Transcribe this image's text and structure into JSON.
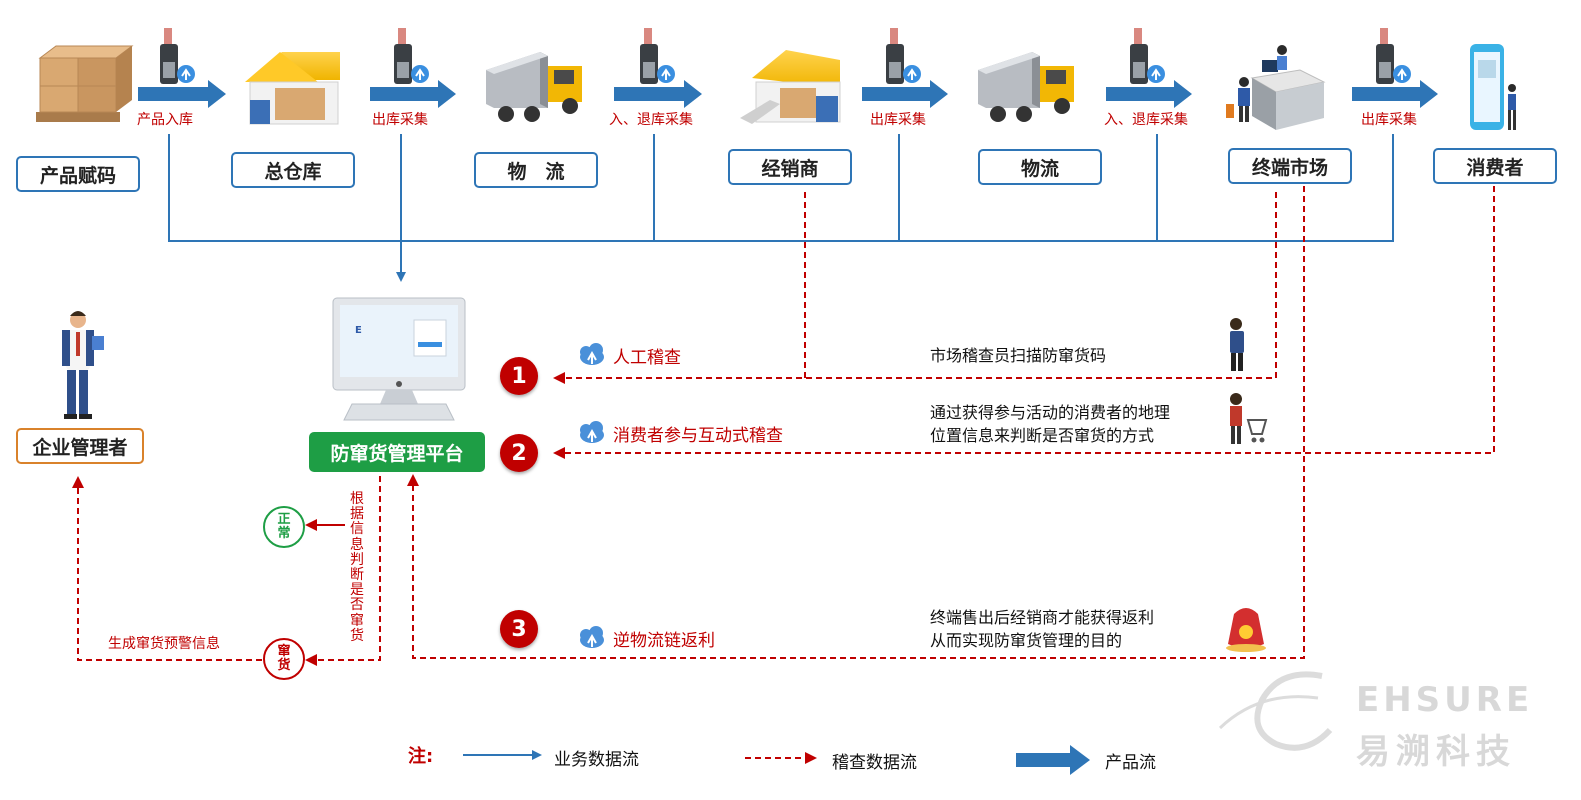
{
  "nodes": {
    "product_coding": "产品赋码",
    "main_warehouse": "总仓库",
    "logistics_1": "物　流",
    "distributor": "经销商",
    "logistics_2": "物流",
    "terminal_market": "终端市场",
    "consumer": "消费者",
    "enterprise_manager": "企业管理者",
    "platform": "防窜货管理平台"
  },
  "flow_labels": {
    "in_stock": "产品入库",
    "out_collect_1": "出库采集",
    "in_return_collect_1": "入、退库采集",
    "out_collect_2": "出库采集",
    "in_return_collect_2": "入、退库采集",
    "out_collect_3": "出库采集"
  },
  "checks": [
    {
      "num": "1",
      "label": "人工稽查",
      "desc": [
        "市场稽查员扫描防窜货码"
      ]
    },
    {
      "num": "2",
      "label": "消费者参与互动式稽查",
      "desc": [
        "通过获得参与活动的消费者的地理",
        "位置信息来判断是否窜货的方式"
      ]
    },
    {
      "num": "3",
      "label": "逆物流链返利",
      "desc": [
        "终端售出后经销商才能获得返利",
        "从而实现防窜货管理的目的"
      ]
    }
  ],
  "judge": {
    "vertical_text": "根据信息判断是否窜货",
    "normal": "正常",
    "diverted": "窜货",
    "alert": "生成窜货预警信息"
  },
  "legend": {
    "note": "注:",
    "business_flow": "业务数据流",
    "check_flow": "稽查数据流",
    "product_flow": "产品流"
  },
  "watermark": {
    "brand": "EHSURE",
    "cn": "易溯科技"
  },
  "colors": {
    "business_line": "#2e75b6",
    "check_line": "#c00000",
    "product_arrow": "#2e75b6",
    "platform": "#1e9e45"
  }
}
